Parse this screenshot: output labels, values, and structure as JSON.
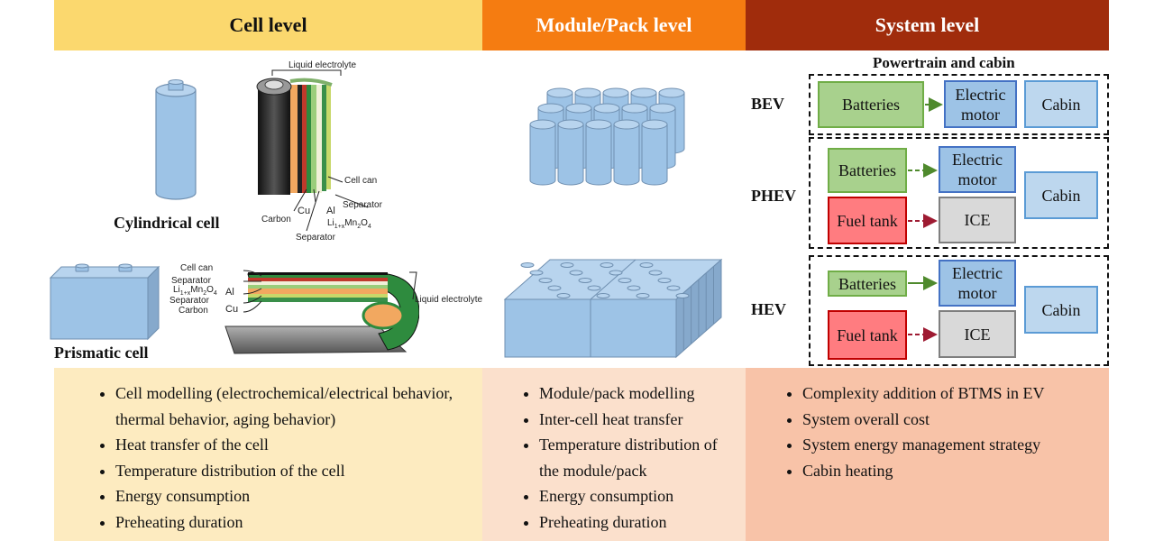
{
  "headers": {
    "cell": "Cell level",
    "module": "Module/Pack level",
    "system": "System level"
  },
  "cell_figures": {
    "cylindrical_label": "Cylindrical cell",
    "prismatic_label": "Prismatic cell",
    "cyl_annotations": {
      "liquid_electrolyte": "Liquid electrolyte",
      "cell_can": "Cell can",
      "separator_right": "Separator",
      "carbon": "Carbon",
      "cu": "Cu",
      "al": "Al",
      "li_mn_base": "Li",
      "li_mn_sub1": "1+x",
      "li_mn_mid": "Mn",
      "li_mn_sub2": "2",
      "li_mn_o": "O",
      "li_mn_sub3": "4",
      "separator_bottom": "Separator"
    },
    "pris_annotations": {
      "cell_can": "Cell can",
      "separator1": "Separator",
      "li_mn_base": "Li",
      "li_mn_sub1": "1+x",
      "li_mn_mid": "Mn",
      "li_mn_sub2": "2",
      "li_mn_o": "O",
      "li_mn_sub3": "4",
      "separator2": "Separator",
      "carbon": "Carbon",
      "al": "Al",
      "cu": "Cu",
      "liquid_electrolyte": "Liquid electrolyte"
    }
  },
  "system": {
    "title": "Powertrain and cabin",
    "bev": {
      "label": "BEV",
      "batteries": "Batteries",
      "motor": "Electric motor",
      "cabin": "Cabin"
    },
    "phev": {
      "label": "PHEV",
      "batteries": "Batteries",
      "motor": "Electric motor",
      "fuel": "Fuel tank",
      "ice": "ICE",
      "cabin": "Cabin"
    },
    "hev": {
      "label": "HEV",
      "batteries": "Batteries",
      "motor": "Electric motor",
      "fuel": "Fuel tank",
      "ice": "ICE",
      "cabin": "Cabin"
    }
  },
  "bullets": {
    "cell": [
      "Cell modelling (electrochemical/electrical behavior, thermal behavior, aging behavior)",
      "Heat transfer of the cell",
      "Temperature distribution of the cell",
      "Energy consumption",
      "Preheating duration"
    ],
    "module": [
      "Module/pack modelling",
      "Inter-cell heat transfer",
      "Temperature distribution of the module/pack",
      "Energy consumption",
      "Preheating duration"
    ],
    "system": [
      "Complexity addition of BTMS in EV",
      "System overall cost",
      "System energy management strategy",
      "Cabin heating"
    ]
  },
  "colors": {
    "cell_header": "#fbd86e",
    "module_header": "#f57c11",
    "system_header": "#a02c0c",
    "battery_green": "#a8d18d",
    "motor_blue": "#9dc3e6",
    "fuel_red": "#ff7c80",
    "ice_gray": "#d9d9d9"
  }
}
